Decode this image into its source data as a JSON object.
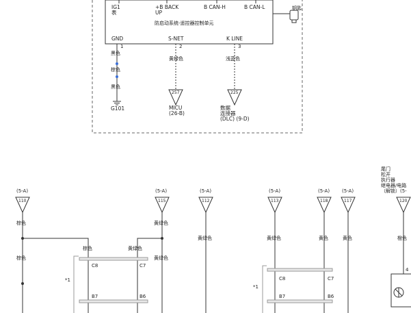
{
  "unit_box": {
    "title": "防启动系统-遥控器控制单元",
    "top_pins": [
      {
        "name": "IG1",
        "sub": "表"
      },
      {
        "name": "+B BACK",
        "sub": "UP"
      },
      {
        "name": "B CAN-H",
        "sub": ""
      },
      {
        "name": "B CAN-L",
        "sub": ""
      }
    ],
    "key_label": "钥匙",
    "bottom_pins": [
      {
        "name": "GND",
        "num": "1"
      },
      {
        "name": "S-NET",
        "num": "2"
      },
      {
        "name": "K LINE",
        "num": "3"
      }
    ]
  },
  "gnd_branch": {
    "wire_labels": [
      "黑色",
      "棕色",
      "黑色"
    ],
    "ground": "G101"
  },
  "snet_branch": {
    "wire": "黄绿色",
    "conn": "257",
    "dest1": "MICU",
    "dest2": "(26-B)"
  },
  "kline_branch": {
    "wire": "浅蓝色",
    "conn": "225",
    "dest1": "数据",
    "dest2": "连接器",
    "dest3": "(DLC) (9-D)"
  },
  "lower_refs": [
    {
      "page": "(5-A)",
      "conn": "110"
    },
    {
      "page": "(5-A)",
      "conn": "115"
    },
    {
      "page": "(5-A)",
      "conn": "112"
    },
    {
      "page": "(5-A)",
      "conn": "113"
    },
    {
      "page": "(5-A)",
      "conn": "118"
    },
    {
      "page": "(5-A)",
      "conn": "117"
    },
    {
      "page": "(5-A)",
      "conn": "120"
    }
  ],
  "lower_wires": {
    "w110a": "棕色",
    "w110b": "棕色",
    "w110c": "棕色",
    "w115a": "黄绿色",
    "w115b": "黄绿色",
    "w115c": "黄绿色",
    "w112": "黄绿色",
    "w113": "黄绿色",
    "w118": "黄色",
    "w117": "黄色",
    "w120": "橙色"
  },
  "connectors": {
    "left": {
      "c8": "C8",
      "c7": "C7",
      "b7": "B7",
      "b6": "B6",
      "note": "*1"
    },
    "right": {
      "c8": "C8",
      "c7": "C7",
      "b7": "B7",
      "b6": "B6",
      "note": "*1"
    }
  },
  "motor": {
    "pin": "4",
    "label": [
      "尾门",
      "松开",
      "执行器",
      "继电器/电路",
      "（解锁）(5-"
    ]
  }
}
